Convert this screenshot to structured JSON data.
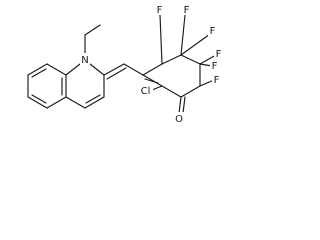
{
  "molecule": {
    "atoms": {
      "n1": "N",
      "f1": "F",
      "f2": "F",
      "f3": "F",
      "f4": "F",
      "f5": "F",
      "f6": "F",
      "cl": "Cl",
      "o": "O"
    }
  }
}
